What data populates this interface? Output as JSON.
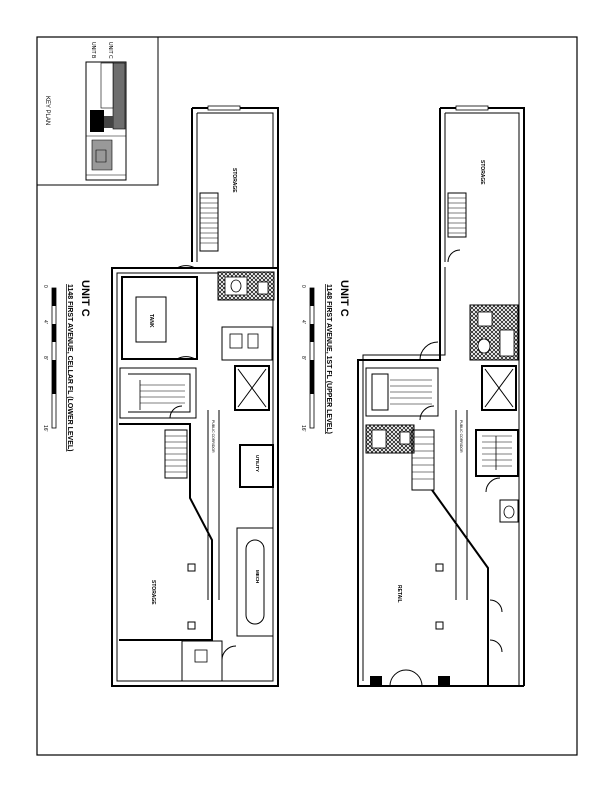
{
  "key_plan": {
    "title": "KEY PLAN",
    "unit_c_label": "UNIT C",
    "unit_b_label": "UNIT B"
  },
  "cellar_plan": {
    "unit_title": "UNIT C",
    "subtitle": "1148 FIRST AVENUE, CELLAR FL (LOWER LEVEL)",
    "scale_ticks": [
      "0",
      "4'",
      "8'",
      "16'"
    ],
    "room_labels": {
      "rear_room": "STORAGE",
      "tank": "TANK",
      "front_room": "STORAGE",
      "utility": "UTILITY",
      "mechanical": "MECH",
      "corridor": "PUBLIC CORRIDOR"
    }
  },
  "first_floor_plan": {
    "unit_title": "UNIT C",
    "subtitle": "1148 FIRST AVENUE, 1ST FL (UPPER LEVEL)",
    "scale_ticks": [
      "0",
      "4'",
      "8'",
      "16'"
    ],
    "room_labels": {
      "rear_room": "STORAGE",
      "front_room": "RETAIL",
      "corridor": "PUBLIC CORRIDOR"
    }
  }
}
